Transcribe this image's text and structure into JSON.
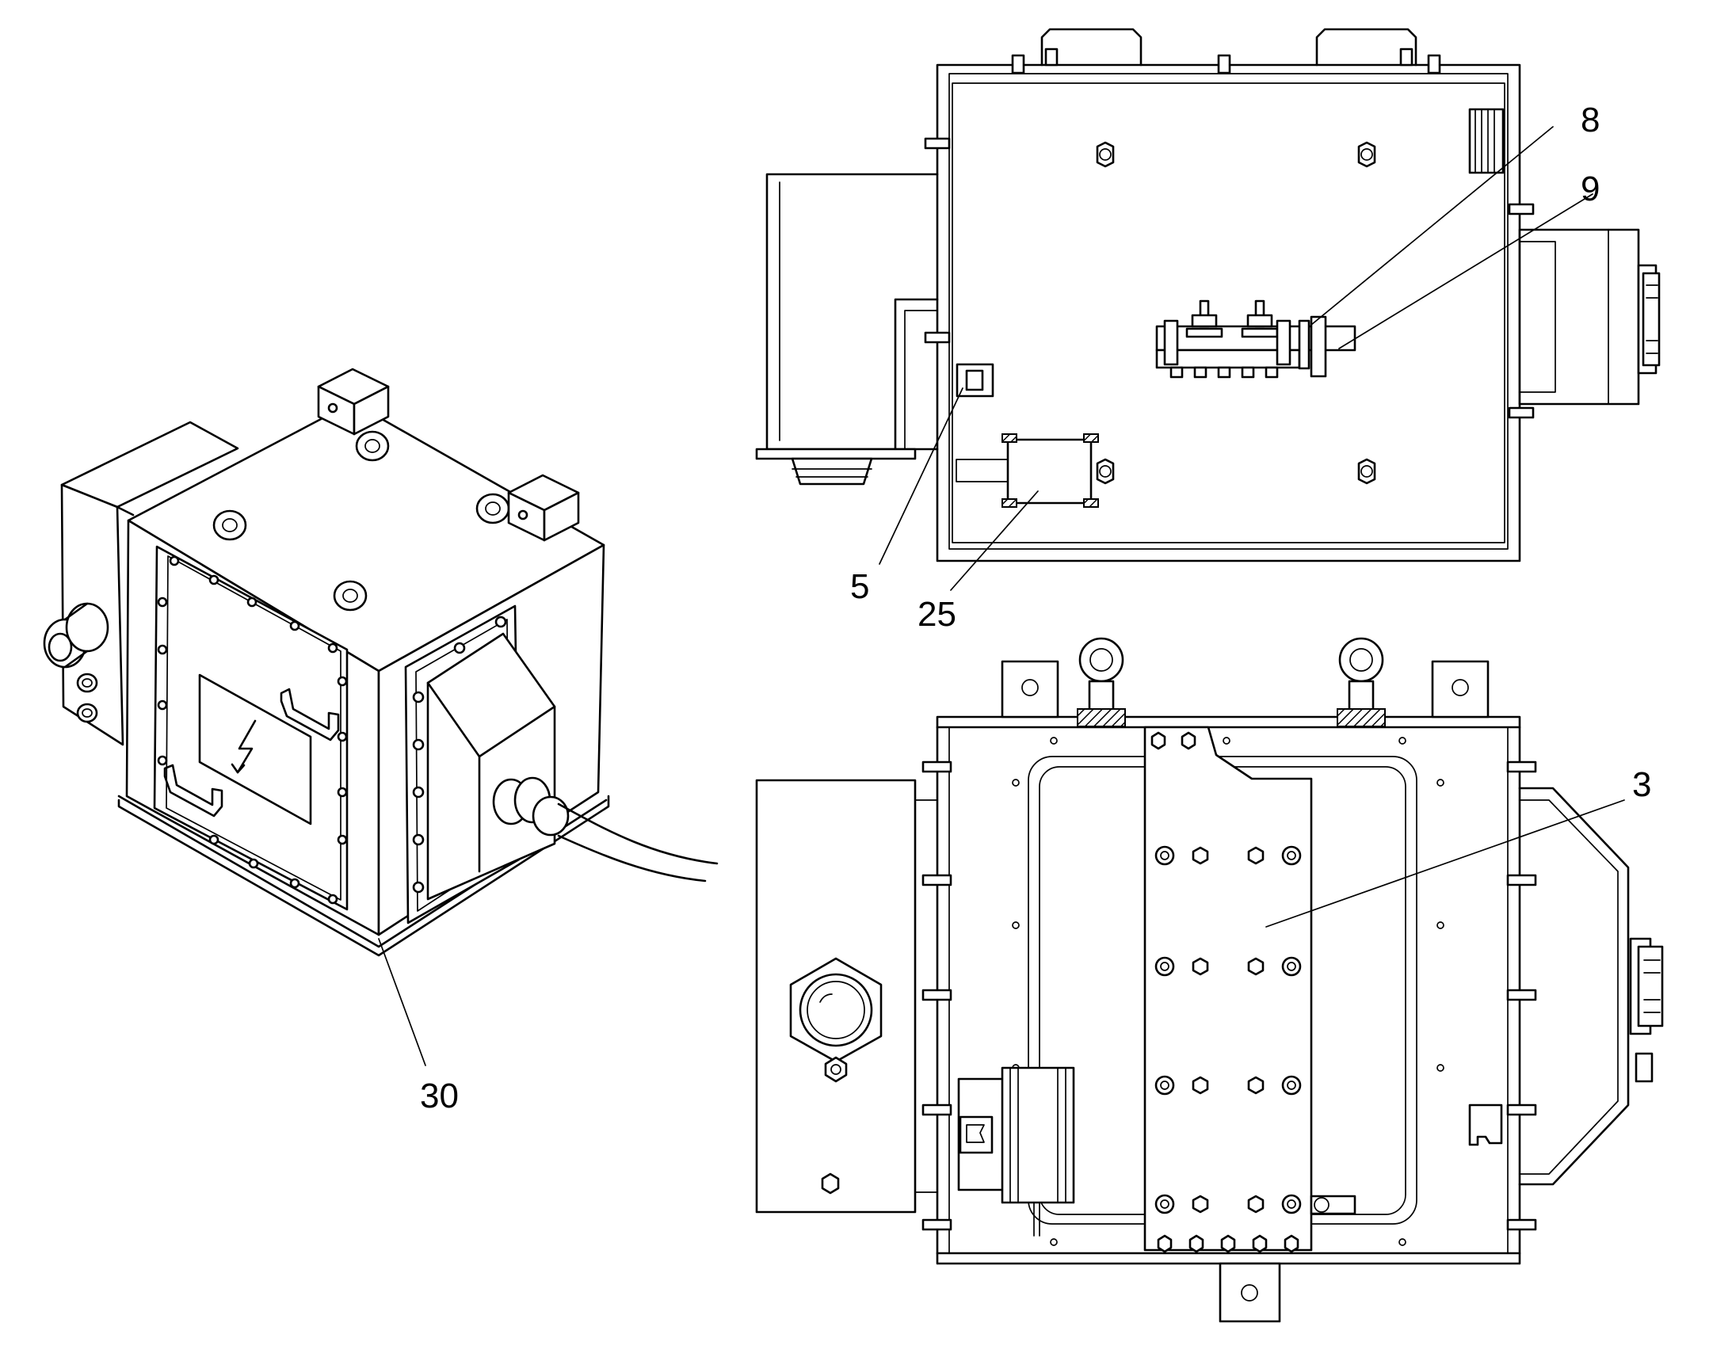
{
  "callouts": {
    "c3": "3",
    "c5": "5",
    "c8": "8",
    "c9": "9",
    "c25": "25",
    "c30": "30"
  },
  "colors": {
    "ink": "#000000",
    "paper": "#ffffff"
  },
  "icons": {
    "warning_plate": "lightning-bolt-icon"
  }
}
